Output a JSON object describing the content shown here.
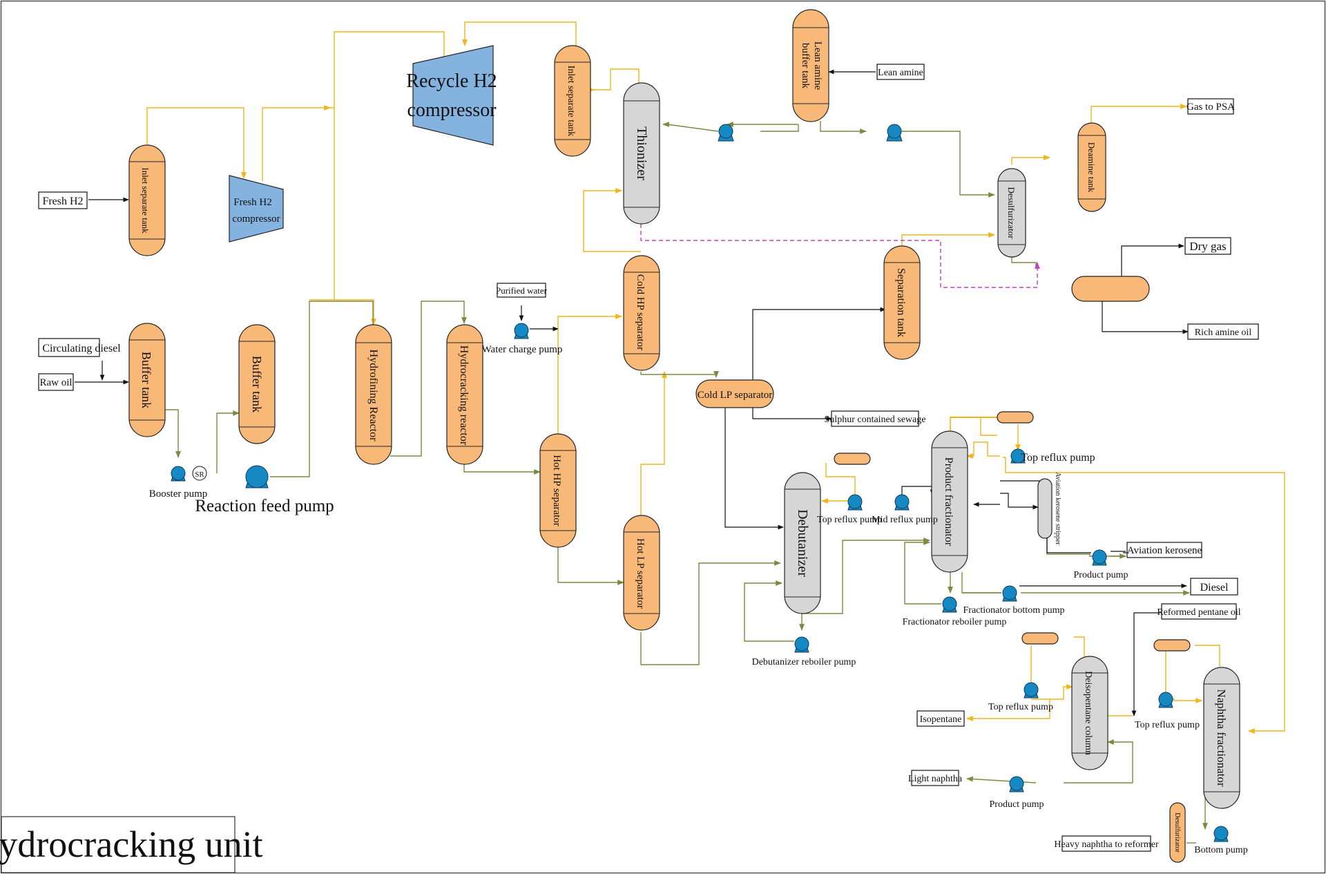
{
  "title": "Hydrocracking unit",
  "equipment": {
    "inlet_sep_tank_1": "Inlet separate tank",
    "inlet_sep_tank_2": "Inlet separate tank",
    "fresh_h2_compressor_line1": "Fresh H2",
    "fresh_h2_compressor_line2": "compressor",
    "recycle_h2_compressor_line1": "Recycle H2",
    "recycle_h2_compressor_line2": "compressor",
    "thionizer": "Thionizer",
    "lean_amine_buffer_line1": "Lean amine",
    "lean_amine_buffer_line2": "buffer tank",
    "deamine_tank": "Deamine tank",
    "desulfurizator": "Desulfurizator",
    "separation_tank": "Separation tank",
    "buffer_tank_1": "Buffer tank",
    "buffer_tank_2": "Buffer tank",
    "hydrofining_reactor": "Hydrofining Reactor",
    "hydrocracking_reactor": "Hydrocracking reactor",
    "cold_hp_separator": "Cold HP separator",
    "hot_hp_separator": "Hot HP separator",
    "hot_lp_separator": "Hot LP separator",
    "cold_lp_separator": "Cold LP separator",
    "debutanizer": "Debutanizer",
    "product_fractionator": "Product fractionator",
    "aviation_kerosene_stripper": "Aviation kerosene stripper",
    "deisopentane_column": "Deisopentane column",
    "naphtha_fractionator": "Naphtha fractionator",
    "desulfurizator_2": "Desulfurizator",
    "sr_label": "SR"
  },
  "streams": {
    "fresh_h2": "Fresh H2",
    "lean_amine": "Lean amine",
    "gas_to_psa": "Gas to PSA",
    "dry_gas": "Dry gas",
    "rich_amine_oil": "Rich amine oil",
    "circulating_diesel": "Circulating diesel",
    "raw_oil": "Raw oil",
    "purified_water": "Purified water",
    "sulphur_sewage": "Sulphur contained sewage",
    "aviation_kerosene": "Aviation kerosene",
    "diesel": "Diesel",
    "reformed_pentane_oil": "Reformed pentane oil",
    "isopentane": "Isopentane",
    "light_naphtha": "Light naphtha",
    "heavy_naphtha": "Heavy naphtha to reformer"
  },
  "pumps": {
    "booster": "Booster pump",
    "reaction_feed": "Reaction feed pump",
    "water_charge": "Water charge pump",
    "top_reflux_debut": "Top reflux pump",
    "mid_reflux": "Mid reflux pump",
    "top_reflux_pf": "Top reflux pump",
    "product_pump_ak": "Product pump",
    "fract_bottom": "Fractionator bottom pump",
    "fract_reboiler": "Fractionator reboiler pump",
    "debut_reboiler": "Debutanizer reboiler pump",
    "top_reflux_deiso": "Top reflux pump",
    "top_reflux_naph": "Top reflux pump",
    "product_pump_deiso": "Product pump",
    "bottom_pump": "Bottom pump"
  },
  "colors": {
    "vessel_orange": "#F8B878",
    "vessel_gray": "#D6D6D6",
    "compressor_blue": "#85B3E0",
    "pump_blue": "#1689C4",
    "gas_line": "#F2B418",
    "liquid_line": "#7A8A3E",
    "utility_line": "#111111",
    "amine_dashed_line": "#C040C0"
  }
}
